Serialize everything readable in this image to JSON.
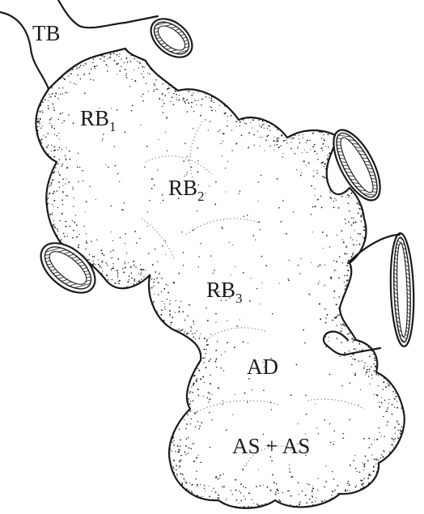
{
  "labels": {
    "tb": "TB",
    "rb1": {
      "base": "RB",
      "sub": "1"
    },
    "rb2": {
      "base": "RB",
      "sub": "2"
    },
    "rb3": {
      "base": "RB",
      "sub": "3"
    },
    "ad": "AD",
    "as_pair": "AS + AS"
  },
  "colors": {
    "ink": "#1a1a1a",
    "background": "#ffffff"
  }
}
